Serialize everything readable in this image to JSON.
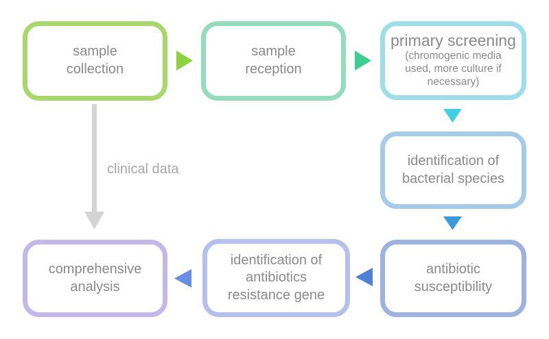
{
  "diagram": {
    "background_color": "#ffffff",
    "text_color": "#8a8a8a",
    "nodes": [
      {
        "id": "sample-collection",
        "label": "sample collection",
        "lines": [
          "sample",
          "collection"
        ],
        "border_color": "#a8d76e"
      },
      {
        "id": "sample-reception",
        "label": "sample reception",
        "lines": [
          "sample",
          "reception"
        ],
        "border_color": "#94ddbc"
      },
      {
        "id": "primary-screening",
        "label": "primary screening (chromogenic media used, more culture if necessary)",
        "title": "primary screening",
        "subtitle_lines": [
          "(chromogenic media",
          "used, more culture if",
          "necessary)"
        ],
        "border_color": "#9edde9"
      },
      {
        "id": "identification-of-bacterial-species",
        "label": "identification of bacterial species",
        "lines": [
          "identification of",
          "bacterial species"
        ],
        "border_color": "#a5cbe9"
      },
      {
        "id": "antibiotic-susceptibility",
        "label": "antibiotic susceptibility",
        "lines": [
          "antibiotic",
          "susceptibility"
        ],
        "border_color": "#9eb2e0"
      },
      {
        "id": "identification-of-antibiotics-resistance-gene",
        "label": "identification of antibiotics resistance gene",
        "lines": [
          "identification of",
          "antibiotics",
          "resistance gene"
        ],
        "border_color": "#b5c1ec"
      },
      {
        "id": "comprehensive-analysis",
        "label": "comprehensive analysis",
        "lines": [
          "comprehensive",
          "analysis"
        ],
        "border_color": "#c3b9e8"
      }
    ],
    "arrows": [
      {
        "id": "arrow-collection-to-reception",
        "direction": "right",
        "color": "#8dd23f"
      },
      {
        "id": "arrow-reception-to-screening",
        "direction": "right",
        "color": "#3fcd90"
      },
      {
        "id": "arrow-screening-to-species-identification",
        "direction": "down",
        "color": "#3fd0e2"
      },
      {
        "id": "arrow-species-identification-to-susceptibility",
        "direction": "down",
        "color": "#3c99da"
      },
      {
        "id": "arrow-susceptibility-to-resistance-gene",
        "direction": "left",
        "color": "#4d80d6"
      },
      {
        "id": "arrow-resistance-gene-to-analysis",
        "direction": "left",
        "color": "#6a8de4"
      },
      {
        "id": "arrow-clinical-data",
        "direction": "down",
        "color": "#d4d4d4",
        "label": "clinical data",
        "label_color": "#a8a8a8"
      }
    ]
  }
}
